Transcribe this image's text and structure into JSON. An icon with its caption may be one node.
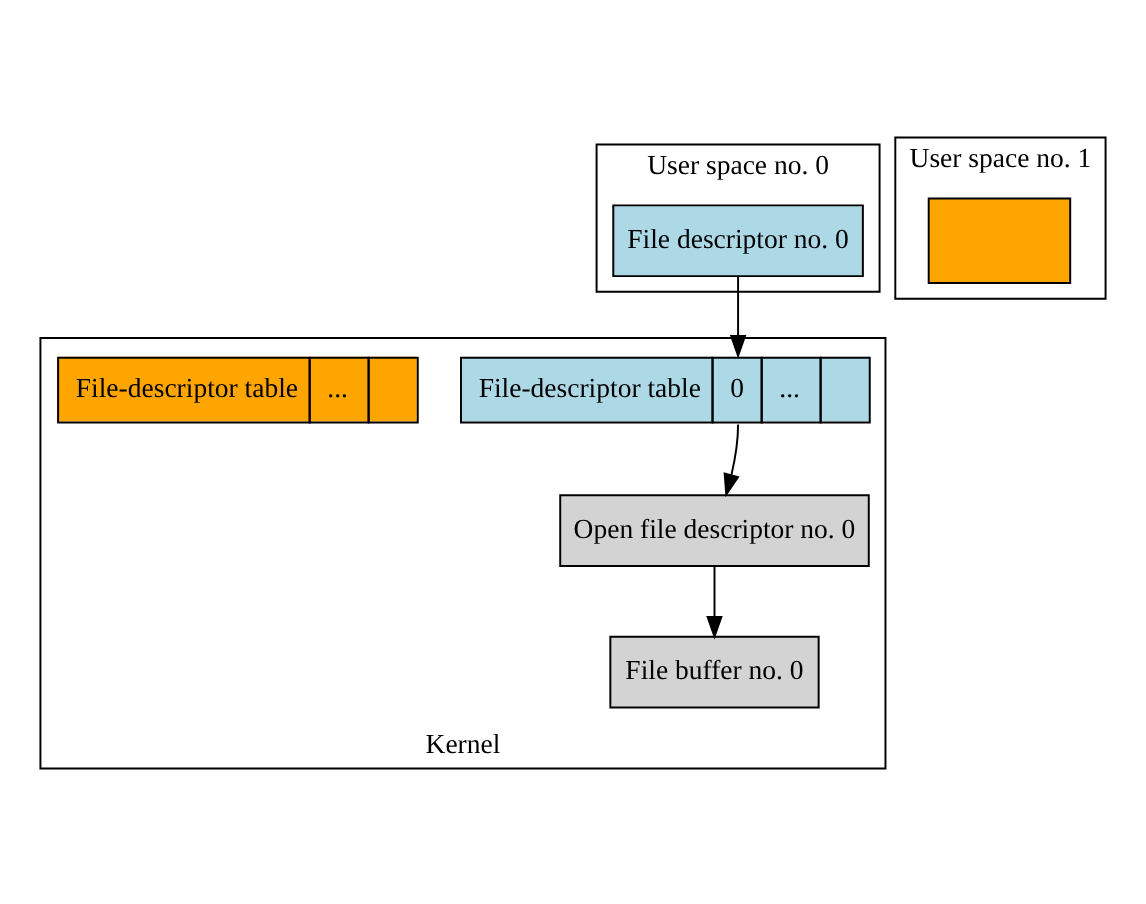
{
  "diagram": {
    "nodes": [
      {
        "text": [
          "User space no. 0"
        ]
      },
      {
        "text": [
          "File descriptor no. 0"
        ],
        "in": 0
      },
      {
        "text": [
          "User space no. 1"
        ]
      },
      {
        "text": [],
        "shape": "box",
        "in": 2
      },
      {
        "text": [
          "Kernel"
        ]
      },
      {
        "text": [
          "File-descriptor table",
          "0",
          "..."
        ],
        "in": 4
      },
      {
        "text": [
          "File-descriptor table",
          "..."
        ],
        "in": 4
      },
      {
        "text": [
          "Open file descriptor no. 0"
        ],
        "in": 4
      },
      {
        "text": [
          "File buffer no. 0"
        ],
        "in": 4
      }
    ],
    "edges": [
      {
        "from": 1,
        "to": 5,
        "arrow": "to"
      },
      {
        "from": 5,
        "to": 7,
        "arrow": "to"
      },
      {
        "from": 7,
        "to": 8,
        "arrow": "to"
      }
    ]
  }
}
